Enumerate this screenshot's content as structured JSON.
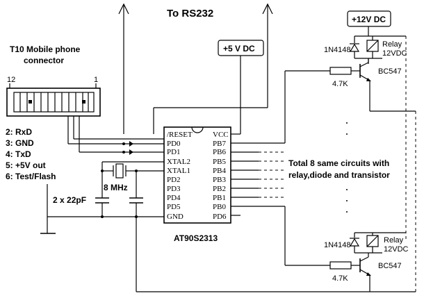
{
  "title": "To RS232",
  "power": {
    "v12": "+12V DC",
    "v5": "+5 V DC"
  },
  "connector": {
    "title_line1": "T10 Mobile phone",
    "title_line2": "connector",
    "pin_left": "12",
    "pin_right": "1",
    "pins": [
      "2: RxD",
      "3: GND",
      "4: TxD",
      "5: +5V out",
      "6: Test/Flash"
    ]
  },
  "mcu": {
    "name": "AT90S2313",
    "left_pins": [
      "/RESET",
      "PD0",
      "PD1",
      "XTAL2",
      "XTAL1",
      "PD2",
      "PD3",
      "PD4",
      "PD5",
      "GND"
    ],
    "right_pins": [
      "VCC",
      "PB7",
      "PB6",
      "PB5",
      "PB4",
      "PB3",
      "PB2",
      "PB1",
      "PB0",
      "PD6"
    ]
  },
  "crystal": {
    "freq": "8 MHz",
    "caps": "2 x 22pF"
  },
  "relay_circuit_top": {
    "diode": "1N4148",
    "relay": "Relay",
    "relay_v": "12VDC",
    "resistor": "4.7K",
    "transistor": "BC547"
  },
  "relay_circuit_bottom": {
    "diode": "1N4148",
    "relay": "Relay",
    "relay_v": "12VDC",
    "resistor": "4.7K",
    "transistor": "BC547"
  },
  "note": {
    "line1": "Total 8 same circuits with",
    "line2": "relay,diode and transistor"
  }
}
